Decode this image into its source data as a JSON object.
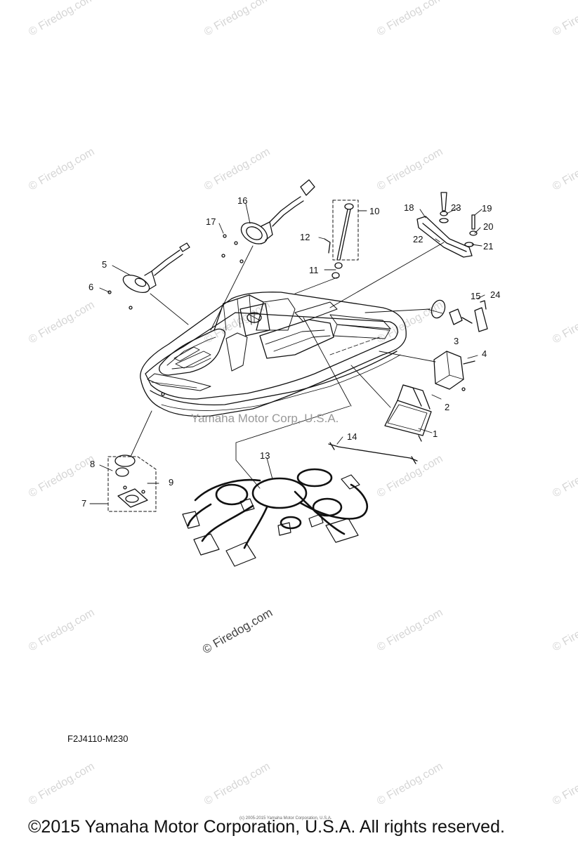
{
  "watermark": "© Firedog.com",
  "center_watermark": "© Firedog.com",
  "hull_watermark": "Yamaha Motor Corp, U.S.A.",
  "callouts": [
    "1",
    "2",
    "3",
    "4",
    "5",
    "6",
    "7",
    "8",
    "9",
    "10",
    "11",
    "12",
    "13",
    "14",
    "15",
    "16",
    "17",
    "18",
    "19",
    "20",
    "21",
    "22",
    "23",
    "24"
  ],
  "diagram_code": "F2J4110-M230",
  "fine_print": "(c) 2005-2015 Yamaha Motor Corporation, U.S.A.",
  "copyright": "©2015 Yamaha Motor Corporation, U.S.A. All rights reserved.",
  "colors": {
    "line": "#111111",
    "watermark": "#d6d6d6"
  }
}
